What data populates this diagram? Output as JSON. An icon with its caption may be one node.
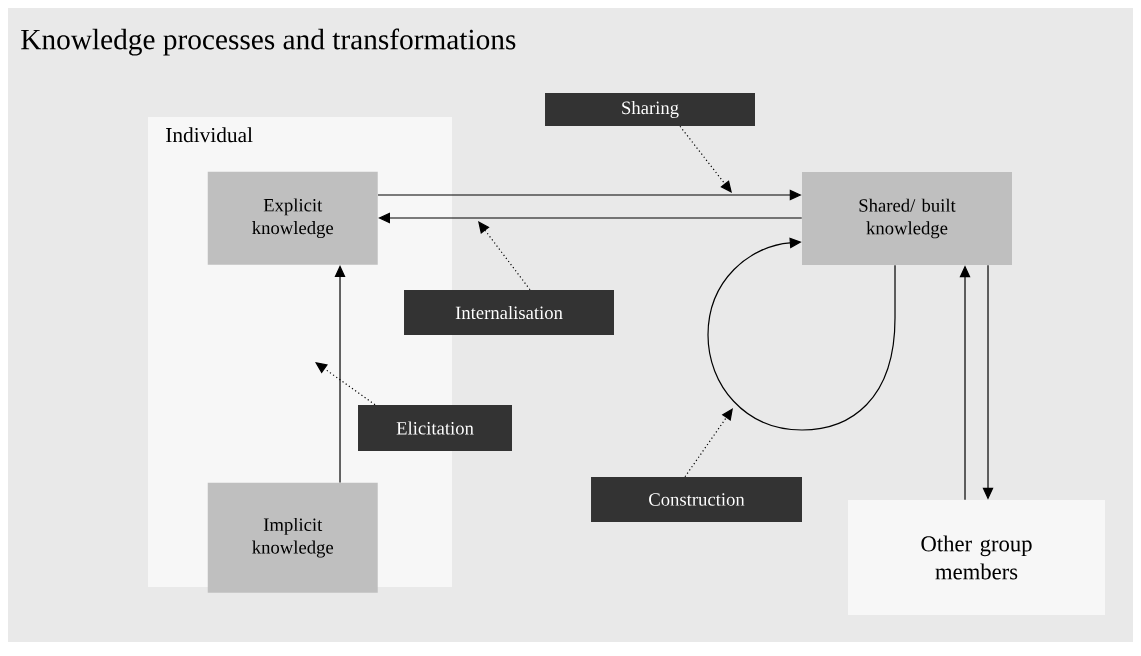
{
  "diagram": {
    "title": "Knowledge processes and transformations",
    "nodes": [
      {
        "text": [
          "Individual"
        ]
      },
      {
        "text": [
          "Explicit knowledge"
        ],
        "in": 0
      },
      {
        "text": [
          "Implicit knowledge"
        ],
        "in": 0
      },
      {
        "text": [
          "Shared/ built knowledge"
        ]
      },
      {
        "text": [
          "Other group members"
        ]
      },
      {
        "text": [
          "Sharing"
        ]
      },
      {
        "text": [
          "Internalisation"
        ]
      },
      {
        "text": [
          "Elicitation"
        ]
      },
      {
        "text": [
          "Construction"
        ]
      }
    ],
    "edges": [
      {
        "from": 1,
        "to": 3,
        "arrow": "to"
      },
      {
        "from": 3,
        "to": 1,
        "arrow": "to"
      },
      {
        "from": 2,
        "to": 1,
        "arrow": "to"
      },
      {
        "from": 3,
        "to": 3,
        "arrow": "to"
      },
      {
        "from": 4,
        "to": 3,
        "arrow": "to"
      },
      {
        "from": 3,
        "to": 4,
        "arrow": "to"
      },
      {
        "from": 5,
        "to": null,
        "arrow": "to",
        "style": "dashed"
      },
      {
        "from": 6,
        "to": null,
        "arrow": "to",
        "style": "dashed"
      },
      {
        "from": 7,
        "to": null,
        "arrow": "to",
        "style": "dashed"
      },
      {
        "from": 8,
        "to": null,
        "arrow": "to",
        "style": "dashed"
      }
    ]
  }
}
